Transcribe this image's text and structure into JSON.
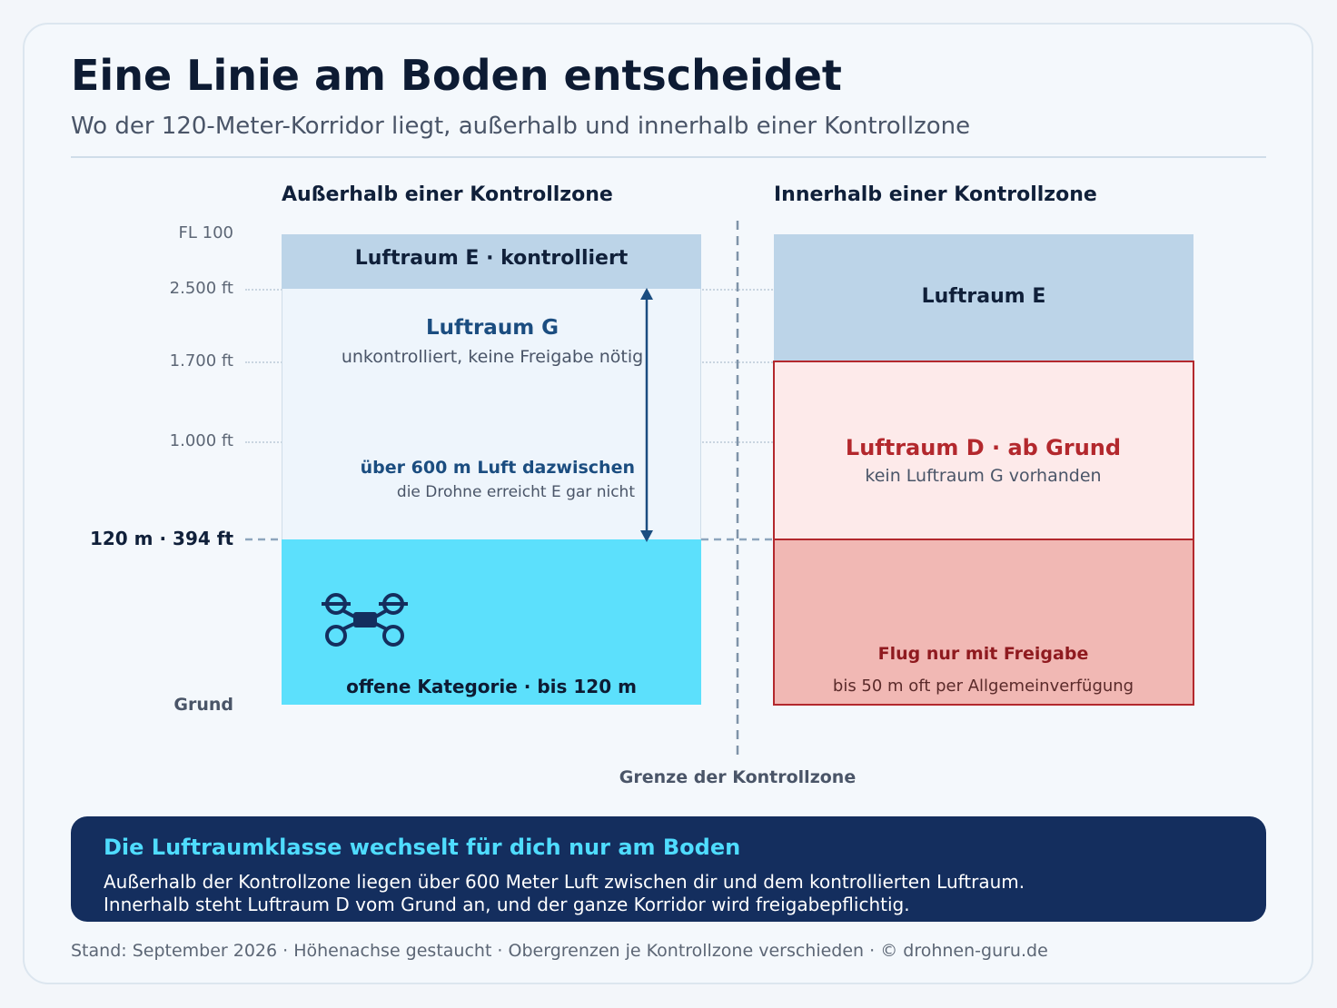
{
  "title": "Eine Linie am Boden entscheidet",
  "subtitle": "Wo der 120-Meter-Korridor liegt, außerhalb und innerhalb einer Kontrollzone",
  "columns": {
    "outside": "Außerhalb einer Kontrollzone",
    "inside": "Innerhalb einer Kontrollzone"
  },
  "axis": {
    "fl100": "FL 100",
    "t2500": "2.500 ft",
    "t1700": "1.700 ft",
    "t1000": "1.000 ft",
    "t120": "120 m · 394 ft",
    "ground": "Grund"
  },
  "outside": {
    "airspace_e": "Luftraum E · kontrolliert",
    "airspace_g_title": "Luftraum G",
    "airspace_g_sub": "unkontrolliert, keine Freigabe nötig",
    "gap_title": "über 600 m Luft dazwischen",
    "gap_sub": "die Drohne erreicht E gar nicht",
    "open_category": "offene Kategorie · bis 120 m"
  },
  "inside": {
    "airspace_e": "Luftraum E",
    "airspace_d_title": "Luftraum D · ab Grund",
    "airspace_d_sub": "kein Luftraum G vorhanden",
    "permit_title": "Flug nur mit Freigabe",
    "permit_sub": "bis 50 m oft per Allgemeinverfügung"
  },
  "border_label": "Grenze der Kontrollzone",
  "callout": {
    "title": "Die Luftraumklasse wechselt für dich nur am Boden",
    "line1": "Außerhalb der Kontrollzone liegen über 600 Meter Luft zwischen dir und dem kontrollierten Luftraum.",
    "line2": "Innerhalb steht Luftraum D vom Grund an, und der ganze Korridor wird freigabepflichtig."
  },
  "footer": "Stand: September 2026 · Höhenachse gestaucht · Obergrenzen je Kontrollzone verschieden · © drohnen-guru.de",
  "colors": {
    "airspace_e": "#bcd4e8",
    "airspace_g": "#eef5fc",
    "open_category": "#5ce0fc",
    "airspace_d": "#fdeaea",
    "permit_zone": "#f1b8b4",
    "red_border": "#b3282d",
    "navy": "#142e5e",
    "accent_cyan": "#4fdcff"
  }
}
